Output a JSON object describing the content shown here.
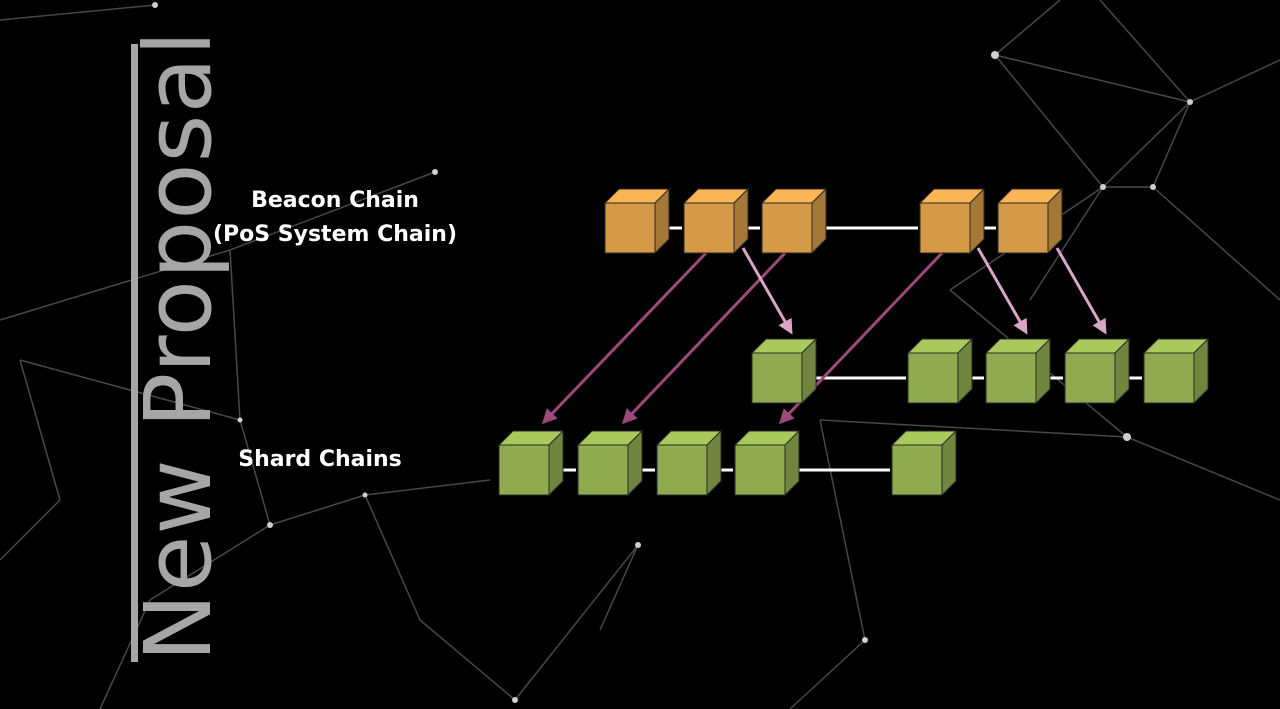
{
  "title": "New Proposal",
  "labels": {
    "beacon_line1": "Beacon Chain",
    "beacon_line2": "(PoS System Chain)",
    "shard": "Shard Chains"
  },
  "colors": {
    "background": "#000000",
    "title": "#a6a6a6",
    "beacon_block": "#d49a47",
    "shard_block": "#8faa4f",
    "chain_arrow": "#ffffff",
    "cross_arrow_dark": "#9c4a7a",
    "cross_arrow_light": "#d9a6c6"
  },
  "diagram": {
    "beacon_chain": {
      "blocks": 5
    },
    "shard_chains": [
      {
        "blocks": 5
      },
      {
        "blocks": 5
      }
    ]
  }
}
